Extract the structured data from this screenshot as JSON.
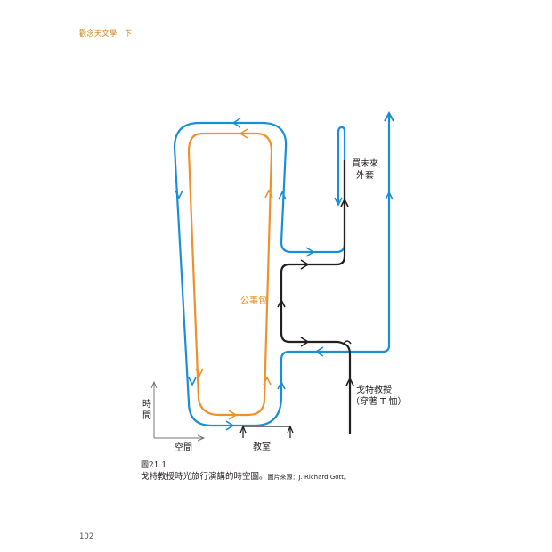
{
  "running_head": "觀念天文學　下",
  "page_number": "102",
  "figure": {
    "label_future_coat": [
      "買未來",
      "外套"
    ],
    "label_briefcase": "公事包",
    "label_professor": [
      "戈特教授",
      "（穿著 T 恤）"
    ],
    "axis_time": [
      "時",
      "間"
    ],
    "axis_space": "空間",
    "label_classroom": "教室"
  },
  "caption": {
    "number": "圖21.1",
    "text": "戈特教授時光旅行演講的時空圖。",
    "credit": "圖片來源：J. Richard Gott。"
  },
  "colors": {
    "blue": "#1a8fd6",
    "orange": "#f0902a",
    "black": "#231f20",
    "running_head": "#c8811f"
  }
}
